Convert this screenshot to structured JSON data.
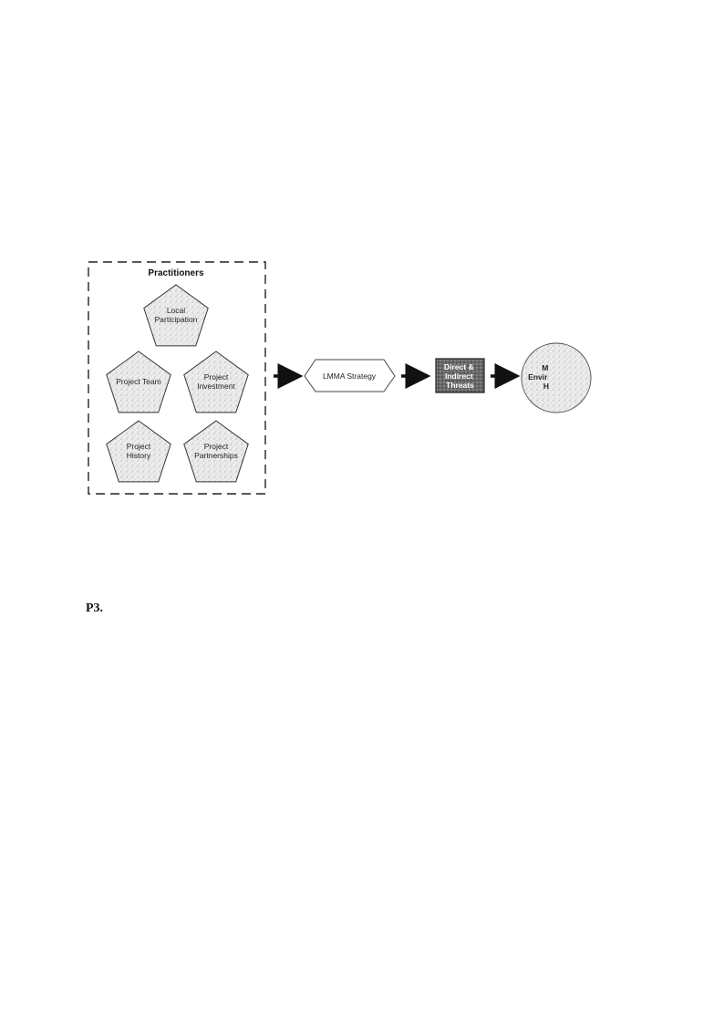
{
  "group": {
    "title": "Practitioners"
  },
  "pentagons": [
    {
      "id": "local-participation",
      "lines": [
        "Local",
        "Participation"
      ]
    },
    {
      "id": "project-team",
      "lines": [
        "Project Team"
      ]
    },
    {
      "id": "project-investment",
      "lines": [
        "Project",
        "Investment"
      ]
    },
    {
      "id": "project-history",
      "lines": [
        "Project",
        "History"
      ]
    },
    {
      "id": "project-partnerships",
      "lines": [
        "Project",
        "Partnerships"
      ]
    }
  ],
  "strategy": {
    "label": "LMMA Strategy"
  },
  "threats": {
    "lines": [
      "Direct &",
      "Indirect",
      "Threats"
    ]
  },
  "outcome": {
    "lines": [
      "M",
      "Envir",
      "H"
    ]
  },
  "page_label": "P3."
}
